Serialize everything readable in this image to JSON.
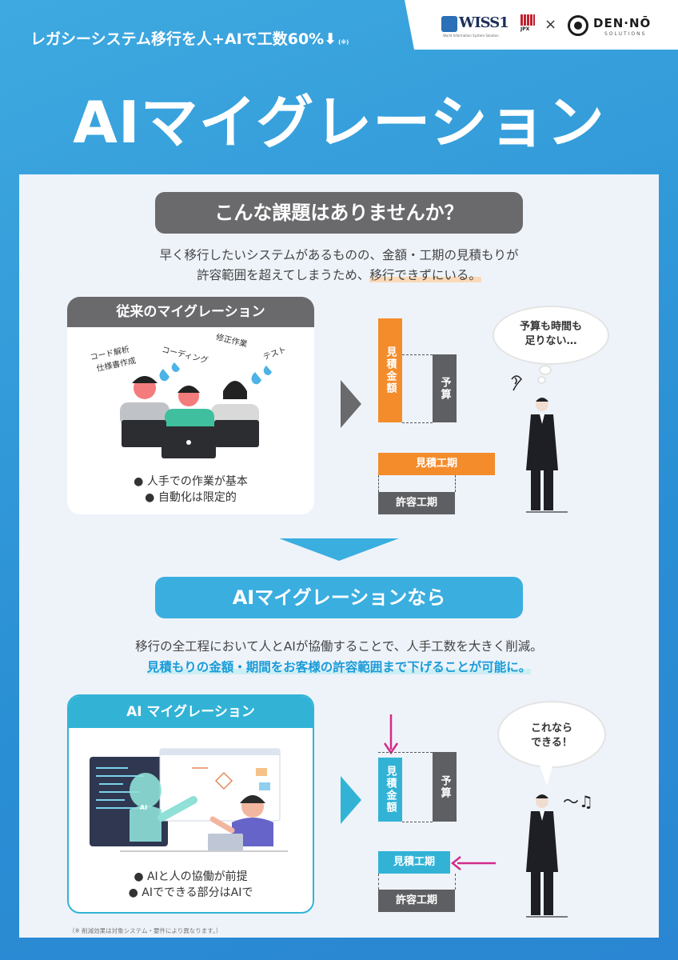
{
  "header": {
    "tagline": "レガシーシステム移行を人+AIで工数60%⬇",
    "tagline_note": "(※)",
    "logo_wiss": "WISS1",
    "logo_wiss_sub": "World Information System Solution",
    "logo_jpx": "JPX",
    "times": "×",
    "logo_denno": "DEN·NŌ",
    "logo_denno_sub": "SOLUTIONS"
  },
  "main_title": "AIマイグレーション",
  "problem": {
    "heading": "こんな課題はありませんか？",
    "line1": "早く移行したいシステムがあるものの、金額・工期の見積もりが",
    "line2_pre": "許容範囲を超えてしまうため、",
    "line2_hl": "移行できずにいる。"
  },
  "traditional": {
    "title": "従来のマイグレーション",
    "labels": [
      "コード解析",
      "仕様書作成",
      "コーディング",
      "修正作業",
      "テスト"
    ],
    "bullets": [
      "●  人手での作業が基本",
      "●  自動化は限定的"
    ]
  },
  "chart_before": {
    "estimate_amount": "見積金額",
    "budget": "予算",
    "estimate_period": "見積工期",
    "allowed_period": "許容工期",
    "bubble_line1": "予算も時間も",
    "bubble_line2": "足りない…"
  },
  "solution": {
    "heading": "AIマイグレーションなら",
    "line1": "移行の全工程において人とAIが協働することで、人手工数を大きく削減。",
    "line2": "見積もりの金額・期間をお客様の許容範囲まで下げることが可能に。"
  },
  "ai_card": {
    "title": "AI マイグレーション",
    "robot_label": "AI",
    "bullets": [
      "●  AIと人の協働が前提",
      "●  AIでできる部分はAIで"
    ]
  },
  "chart_after": {
    "estimate_amount": "見積金額",
    "budget": "予算",
    "estimate_period": "見積工期",
    "allowed_period": "許容工期",
    "bubble_line1": "これなら",
    "bubble_line2": "できる！",
    "music": "〜♫"
  },
  "footnote": "（※ 削減効果は対象システム・要件により異なります。）",
  "colors": {
    "background": "#2a8fd4",
    "accent_blue": "#32b3d6",
    "orange": "#f48c2c",
    "gray": "#6a6a6c",
    "magenta": "#d42a8a"
  }
}
